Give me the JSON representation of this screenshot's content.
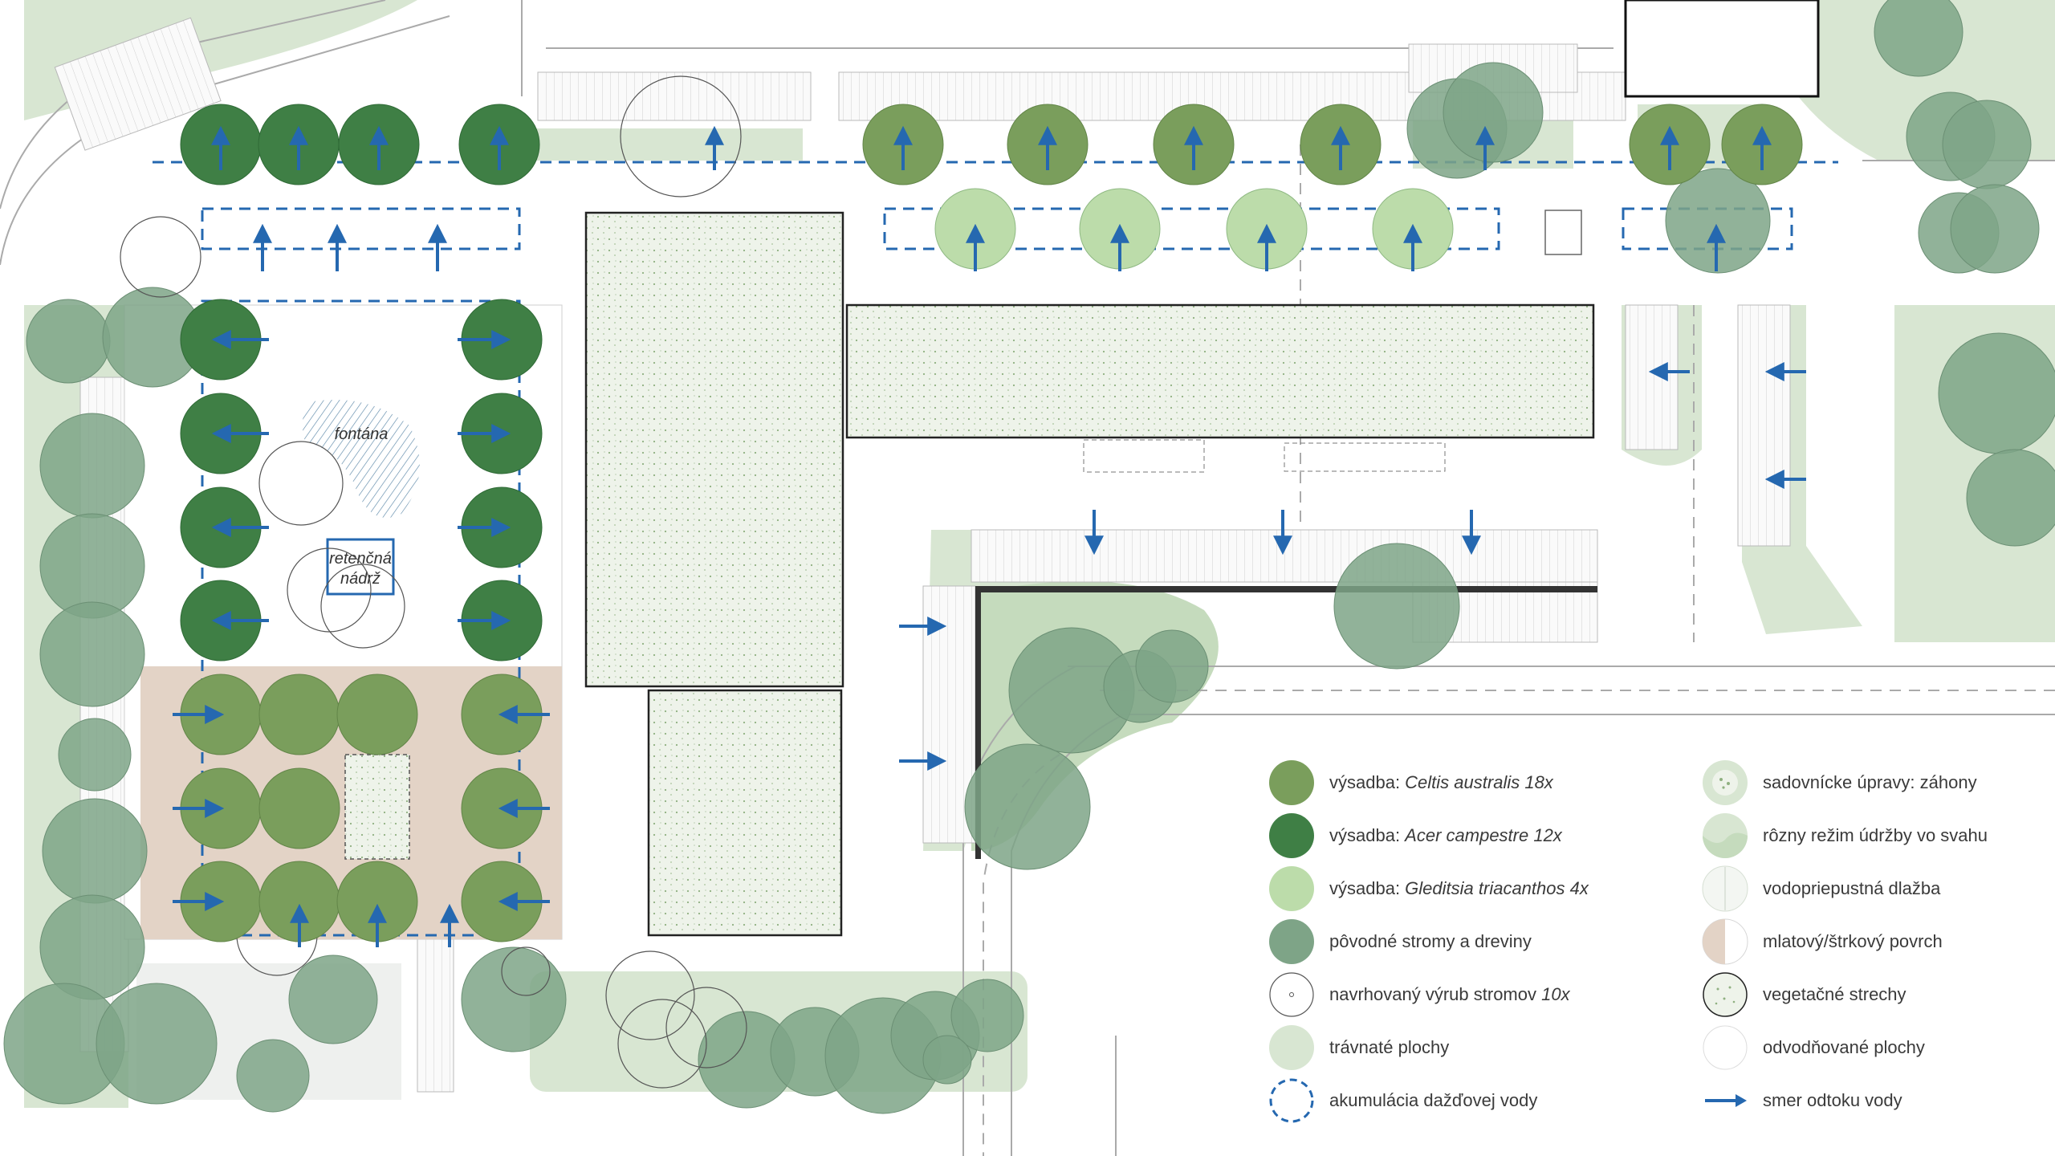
{
  "colors": {
    "celtis": "#7a9e5c",
    "acer": "#3f7f45",
    "gleditsia": "#bcdcaa",
    "existing": "#7ea487",
    "grass": "#d8e6d2",
    "roof_fill": "#eef3ea",
    "gravel": "#e3d3c6",
    "water_blue": "#2568b0",
    "line": "#9a9a9a",
    "building_line": "#222222"
  },
  "map_labels": {
    "fountain": "fontána",
    "retention_line1": "retenčná",
    "retention_line2": "nádrž"
  },
  "legend": {
    "left": [
      {
        "symbol": "celtis-tree-icon",
        "prefix": "výsadba: ",
        "italic": "Celtis australis 18x",
        "suffix": ""
      },
      {
        "symbol": "acer-tree-icon",
        "prefix": "výsadba: ",
        "italic": "Acer campestre 12x",
        "suffix": ""
      },
      {
        "symbol": "gleditsia-tree-icon",
        "prefix": "výsadba: ",
        "italic": "Gleditsia triacanthos 4x",
        "suffix": ""
      },
      {
        "symbol": "existing-tree-icon",
        "prefix": "pôvodné stromy a dreviny",
        "italic": "",
        "suffix": ""
      },
      {
        "symbol": "felled-tree-icon",
        "prefix": "navrhovaný výrub stromov ",
        "italic": "10x",
        "suffix": ""
      },
      {
        "symbol": "grass-icon",
        "prefix": "trávnaté plochy",
        "italic": "",
        "suffix": ""
      },
      {
        "symbol": "rainwater-accumulation-icon",
        "prefix": "akumulácia dažďovej vody",
        "italic": "",
        "suffix": ""
      }
    ],
    "right": [
      {
        "symbol": "flowerbed-icon",
        "prefix": "sadovnícke úpravy: záhony",
        "italic": "",
        "suffix": ""
      },
      {
        "symbol": "slope-maintenance-icon",
        "prefix": "rôzny režim údržby vo svahu",
        "italic": "",
        "suffix": ""
      },
      {
        "symbol": "permeable-paving-icon",
        "prefix": "vodopriepustná dlažba",
        "italic": "",
        "suffix": ""
      },
      {
        "symbol": "gravel-surface-icon",
        "prefix": "mlatový/štrkový povrch",
        "italic": "",
        "suffix": ""
      },
      {
        "symbol": "green-roof-icon",
        "prefix": "vegetačné strechy",
        "italic": "",
        "suffix": ""
      },
      {
        "symbol": "drained-area-icon",
        "prefix": "odvodňované plochy",
        "italic": "",
        "suffix": ""
      },
      {
        "symbol": "water-flow-arrow-icon",
        "prefix": "smer odtoku vody",
        "italic": "",
        "suffix": ""
      }
    ]
  }
}
